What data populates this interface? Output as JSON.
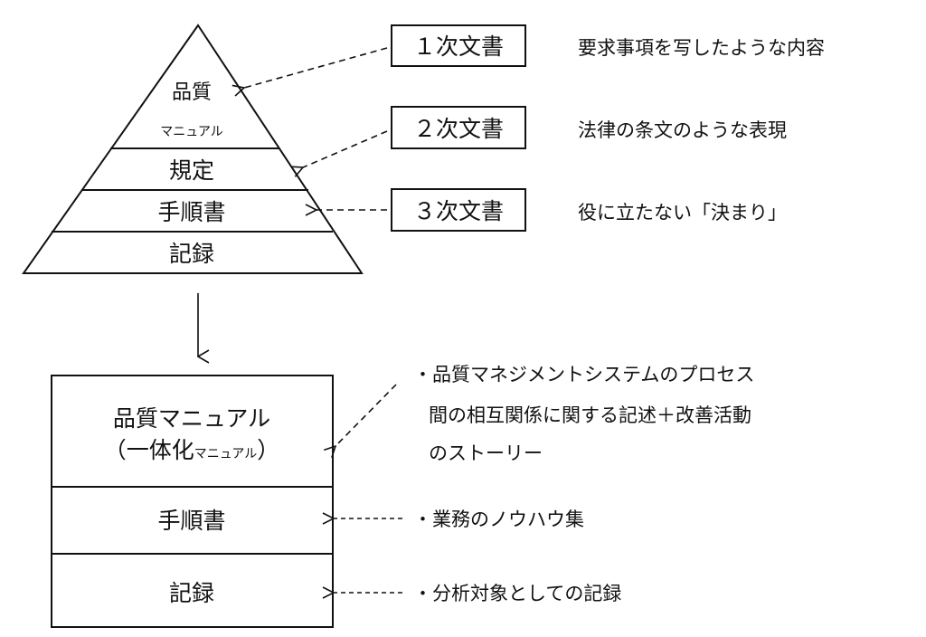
{
  "pyramid": {
    "layers": [
      {
        "line1": "品質",
        "line2": "マニュアル"
      },
      {
        "label": "規定"
      },
      {
        "label": "手順書"
      },
      {
        "label": "記録"
      }
    ]
  },
  "doc_levels": [
    {
      "box": "１次文書",
      "description": "要求事項を写したような内容"
    },
    {
      "box": "２次文書",
      "description": "法律の条文のような表現"
    },
    {
      "box": "３次文書",
      "description": "役に立たない「決まり」"
    }
  ],
  "stack": {
    "manual_line1": "品質マニュアル",
    "manual_line2_prefix": "（一体化",
    "manual_line2_small": "マニュアル",
    "manual_line2_suffix": "）",
    "procedures": "手順書",
    "records": "記録"
  },
  "notes": {
    "manual": [
      "・品質マネジメントシステムのプロセス",
      "間の相互関係に関する記述＋改善活動",
      "のストーリー"
    ],
    "procedures": "・業務のノウハウ集",
    "records": "・分析対象としての記録"
  }
}
